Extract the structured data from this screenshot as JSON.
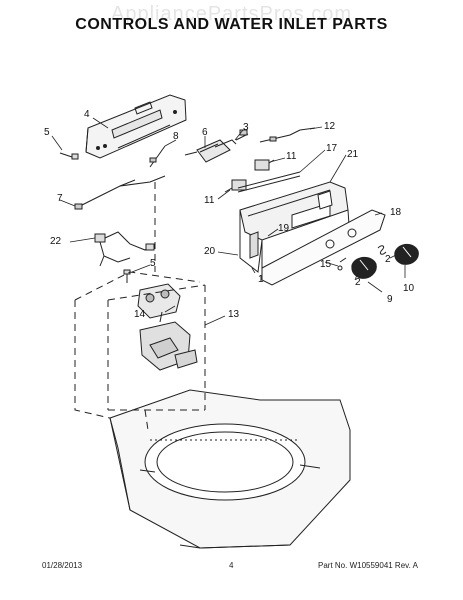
{
  "header": {
    "watermark": "AppliancePartsPros.com",
    "title": "CONTROLS AND WATER INLET PARTS"
  },
  "callouts": {
    "c1": "1",
    "c2": "2",
    "c3": "3",
    "c4": "4",
    "c5a": "5",
    "c5b": "5",
    "c6": "6",
    "c7": "7",
    "c8": "8",
    "c9": "9",
    "c10": "10",
    "c11a": "11",
    "c11b": "11",
    "c12": "12",
    "c13": "13",
    "c14": "14",
    "c15": "15",
    "c17": "17",
    "c18": "18",
    "c19": "19",
    "c20": "20",
    "c21": "21",
    "c22": "22"
  },
  "footer": {
    "date": "01/28/2013",
    "page": "4",
    "part_no": "Part No. W10559041  Rev. A"
  }
}
